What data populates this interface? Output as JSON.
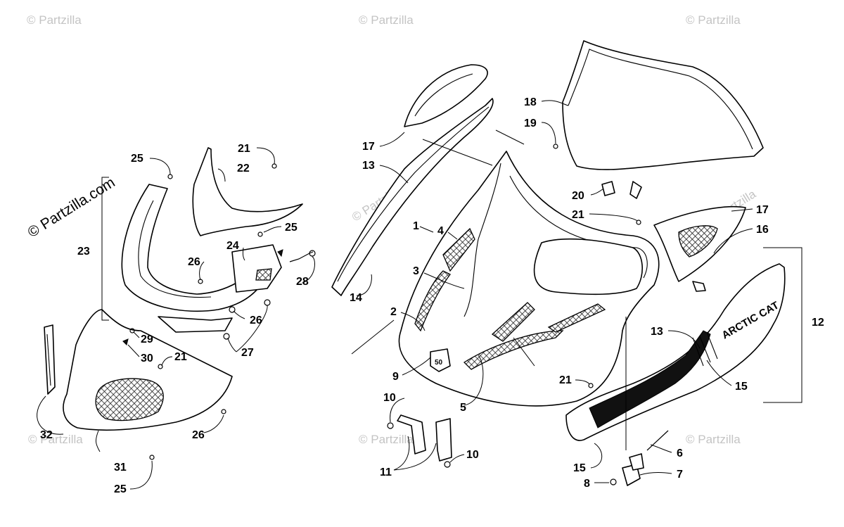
{
  "watermark": {
    "main": "© Partzilla.com",
    "faint": "© Partzilla"
  },
  "decal": {
    "brand": "ARCTIC CAT",
    "badge": "50"
  },
  "callouts": {
    "c1": "1",
    "c2": "2",
    "c3": "3",
    "c4": "4",
    "c5": "5",
    "c6": "6",
    "c7": "7",
    "c8": "8",
    "c9": "9",
    "c10a": "10",
    "c10b": "10",
    "c11": "11",
    "c12": "12",
    "c13a": "13",
    "c13b": "13",
    "c14": "14",
    "c15a": "15",
    "c15b": "15",
    "c16": "16",
    "c17a": "17",
    "c17b": "17",
    "c18": "18",
    "c19": "19",
    "c20": "20",
    "c21a": "21",
    "c21b": "21",
    "c21c": "21",
    "c21d": "21",
    "c22": "22",
    "c23": "23",
    "c24": "24",
    "c25a": "25",
    "c25b": "25",
    "c25c": "25",
    "c26a": "26",
    "c26b": "26",
    "c26c": "26",
    "c27": "27",
    "c28": "28",
    "c29": "29",
    "c30": "30",
    "c31": "31",
    "c32": "32"
  }
}
